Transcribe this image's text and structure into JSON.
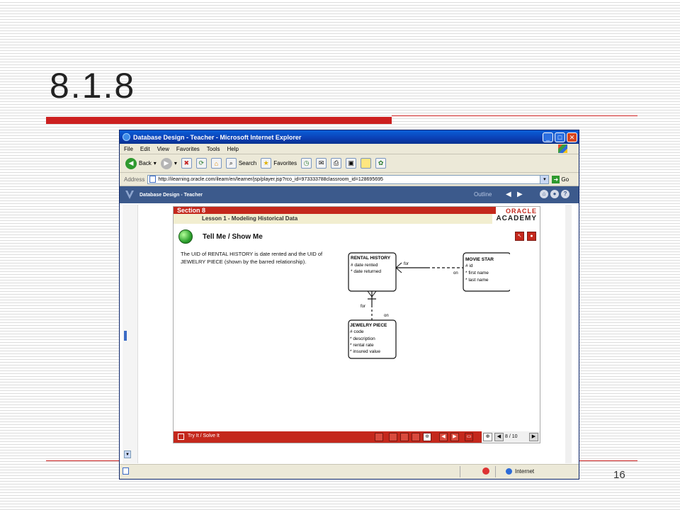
{
  "slide": {
    "title": "8.1.8",
    "page_number": "16"
  },
  "window": {
    "title": "Database Design - Teacher - Microsoft Internet Explorer",
    "buttons": {
      "minimize": "_",
      "maximize": "□",
      "close": "✕"
    }
  },
  "menubar": {
    "items": [
      "File",
      "Edit",
      "View",
      "Favorites",
      "Tools",
      "Help"
    ]
  },
  "toolbar": {
    "back": "Back",
    "search": "Search",
    "favorites": "Favorites"
  },
  "address": {
    "label": "Address",
    "url": "http://ilearning.oracle.com/ilearn/en/learner/jsp/player.jsp?rco_id=973333788classroom_id=128695695",
    "go": "Go"
  },
  "academy_header": {
    "title": "Database Design - Teacher",
    "outline": "Outline"
  },
  "lesson": {
    "section": "Section 8",
    "lesson_title": "Lesson 1 - Modeling Historical Data",
    "brand_top": "ORACLE",
    "brand_bottom": "ACADEMY",
    "tell_me": "Tell Me / Show Me",
    "body_text": "The UID of RENTAL HISTORY is date rented and the UID of JEWELRY PIECE (shown by the barred relationship)."
  },
  "erd": {
    "entities": [
      {
        "name": "RENTAL HISTORY",
        "attributes": [
          "# date rented",
          "* date returned"
        ]
      },
      {
        "name": "MOVIE STAR",
        "attributes": [
          "# id",
          "* first name",
          "* last name"
        ]
      },
      {
        "name": "JEWELRY PIECE",
        "attributes": [
          "# code",
          "* description",
          "* rental rate",
          "* insured value"
        ]
      }
    ],
    "labels": {
      "rental_movie_for": "for",
      "rental_movie_on": "on",
      "rental_jewelry_for": "for",
      "rental_jewelry_on": "on"
    }
  },
  "controls": {
    "try_it": "Try It / Solve It",
    "page_counter": "8 / 10"
  },
  "statusbar": {
    "zone": "Internet"
  },
  "colors": {
    "accent_red": "#c4281c",
    "oracle_header": "#3c5a8c",
    "xp_title": "#0b3fb5"
  }
}
